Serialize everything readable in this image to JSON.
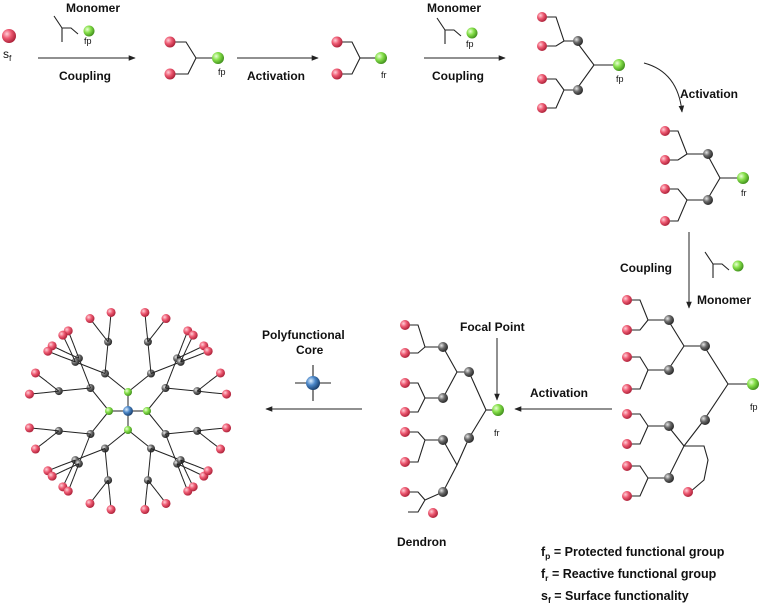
{
  "colors": {
    "surface_group": "#e8475f",
    "protected_group": "#7ddc3a",
    "reactive_group": "#7ddc3a",
    "branch_node": "#555555",
    "core": "#3a6fb0",
    "bond": "#222222"
  },
  "labels": {
    "monomer_1": "Monomer",
    "monomer_2": "Monomer",
    "monomer_3": "Monomer",
    "coupling_1": "Coupling",
    "coupling_2": "Coupling",
    "coupling_3": "Coupling",
    "activation_1": "Activation",
    "activation_2": "Activation",
    "activation_3": "Activation",
    "polyfunctional_core": "Polyfunctional",
    "polyfunctional_core_2": "Core",
    "focal_point": "Focal Point",
    "dendron": "Dendron"
  },
  "tags": {
    "s": "s",
    "f": "f",
    "fp": "fp",
    "fr": "fr"
  },
  "legend": {
    "fp_text": " = Protected functional group",
    "fr_text": " = Reactive functional group",
    "sf_text": " = Surface functionality",
    "fp_sym": "f",
    "fp_sub": "p",
    "fr_sym": "f",
    "fr_sub": "r",
    "sf_sym": "s",
    "sf_sub": "f"
  }
}
